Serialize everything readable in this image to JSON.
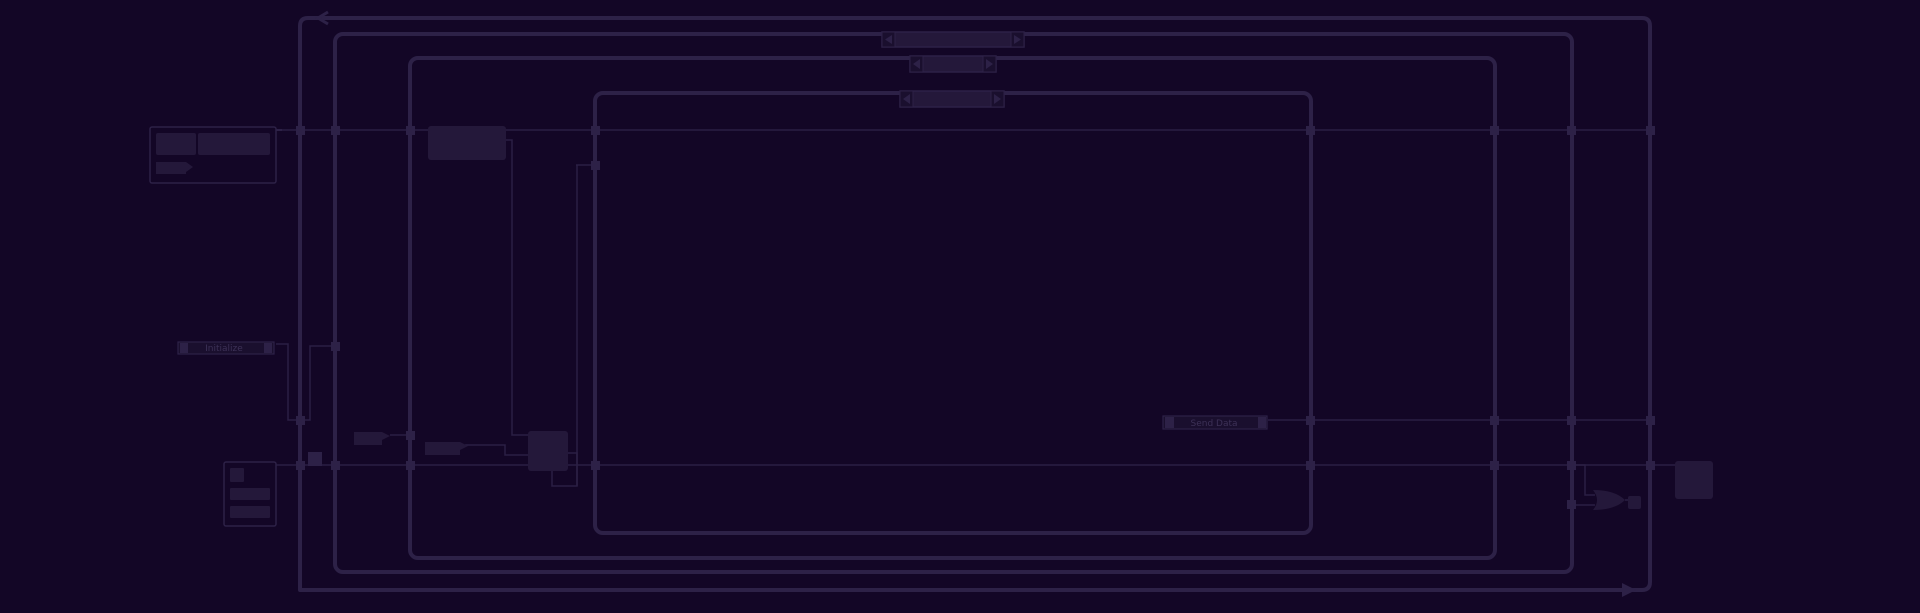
{
  "app": {
    "background_color": "#130626",
    "wire_color": "#2b1f44",
    "node_fill_color": "#24183a",
    "label_text_color": "#3d3157"
  },
  "labels": {
    "initialize": "Initialize",
    "send_data": "Send Data"
  },
  "icons": {
    "loop_arrow_left": "triangle-left",
    "loop_arrow_right": "triangle-right",
    "junction": "square-dot",
    "logic_gate": "or-gate"
  }
}
